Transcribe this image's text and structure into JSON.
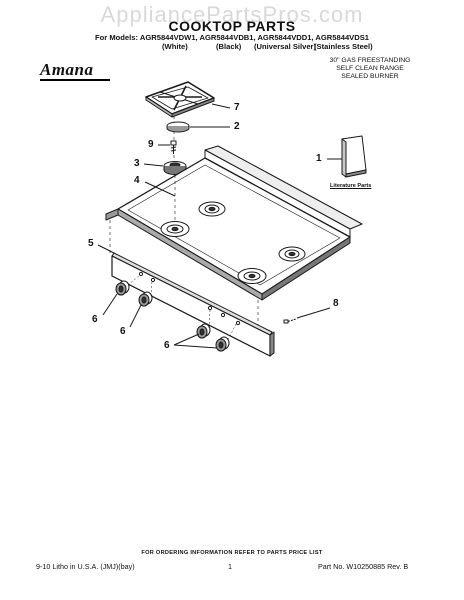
{
  "header": {
    "watermark": "AppliancePartsPros.com",
    "title": "COOKTOP PARTS",
    "models_line": "For Models: AGR5844VDW1, AGR5844VDB1, AGR5844VDD1, AGR5844VDS1",
    "variants": [
      "(White)",
      "(Black)",
      "(Universal Silver)",
      "(Stainless Steel)"
    ]
  },
  "logo": {
    "text": "Amana"
  },
  "range_description": [
    "30\" GAS FREESTANDING",
    "SELF CLEAN RANGE",
    "SEALED BURNER"
  ],
  "literature_label": "Literature Parts",
  "callouts": [
    "7",
    "2",
    "9",
    "3",
    "4",
    "1",
    "5",
    "6",
    "6",
    "6",
    "8"
  ],
  "footer": {
    "note": "FOR ORDERING INFORMATION REFER TO PARTS PRICE LIST",
    "left": "9-10 Litho in U.S.A. (JMJ)(bay)",
    "page": "1",
    "right": "Part No. W10250885 Rev. B"
  },
  "colors": {
    "line": "#1a1a1a",
    "watermark": "#d9d9d9",
    "shade": "#8a8a8a"
  }
}
